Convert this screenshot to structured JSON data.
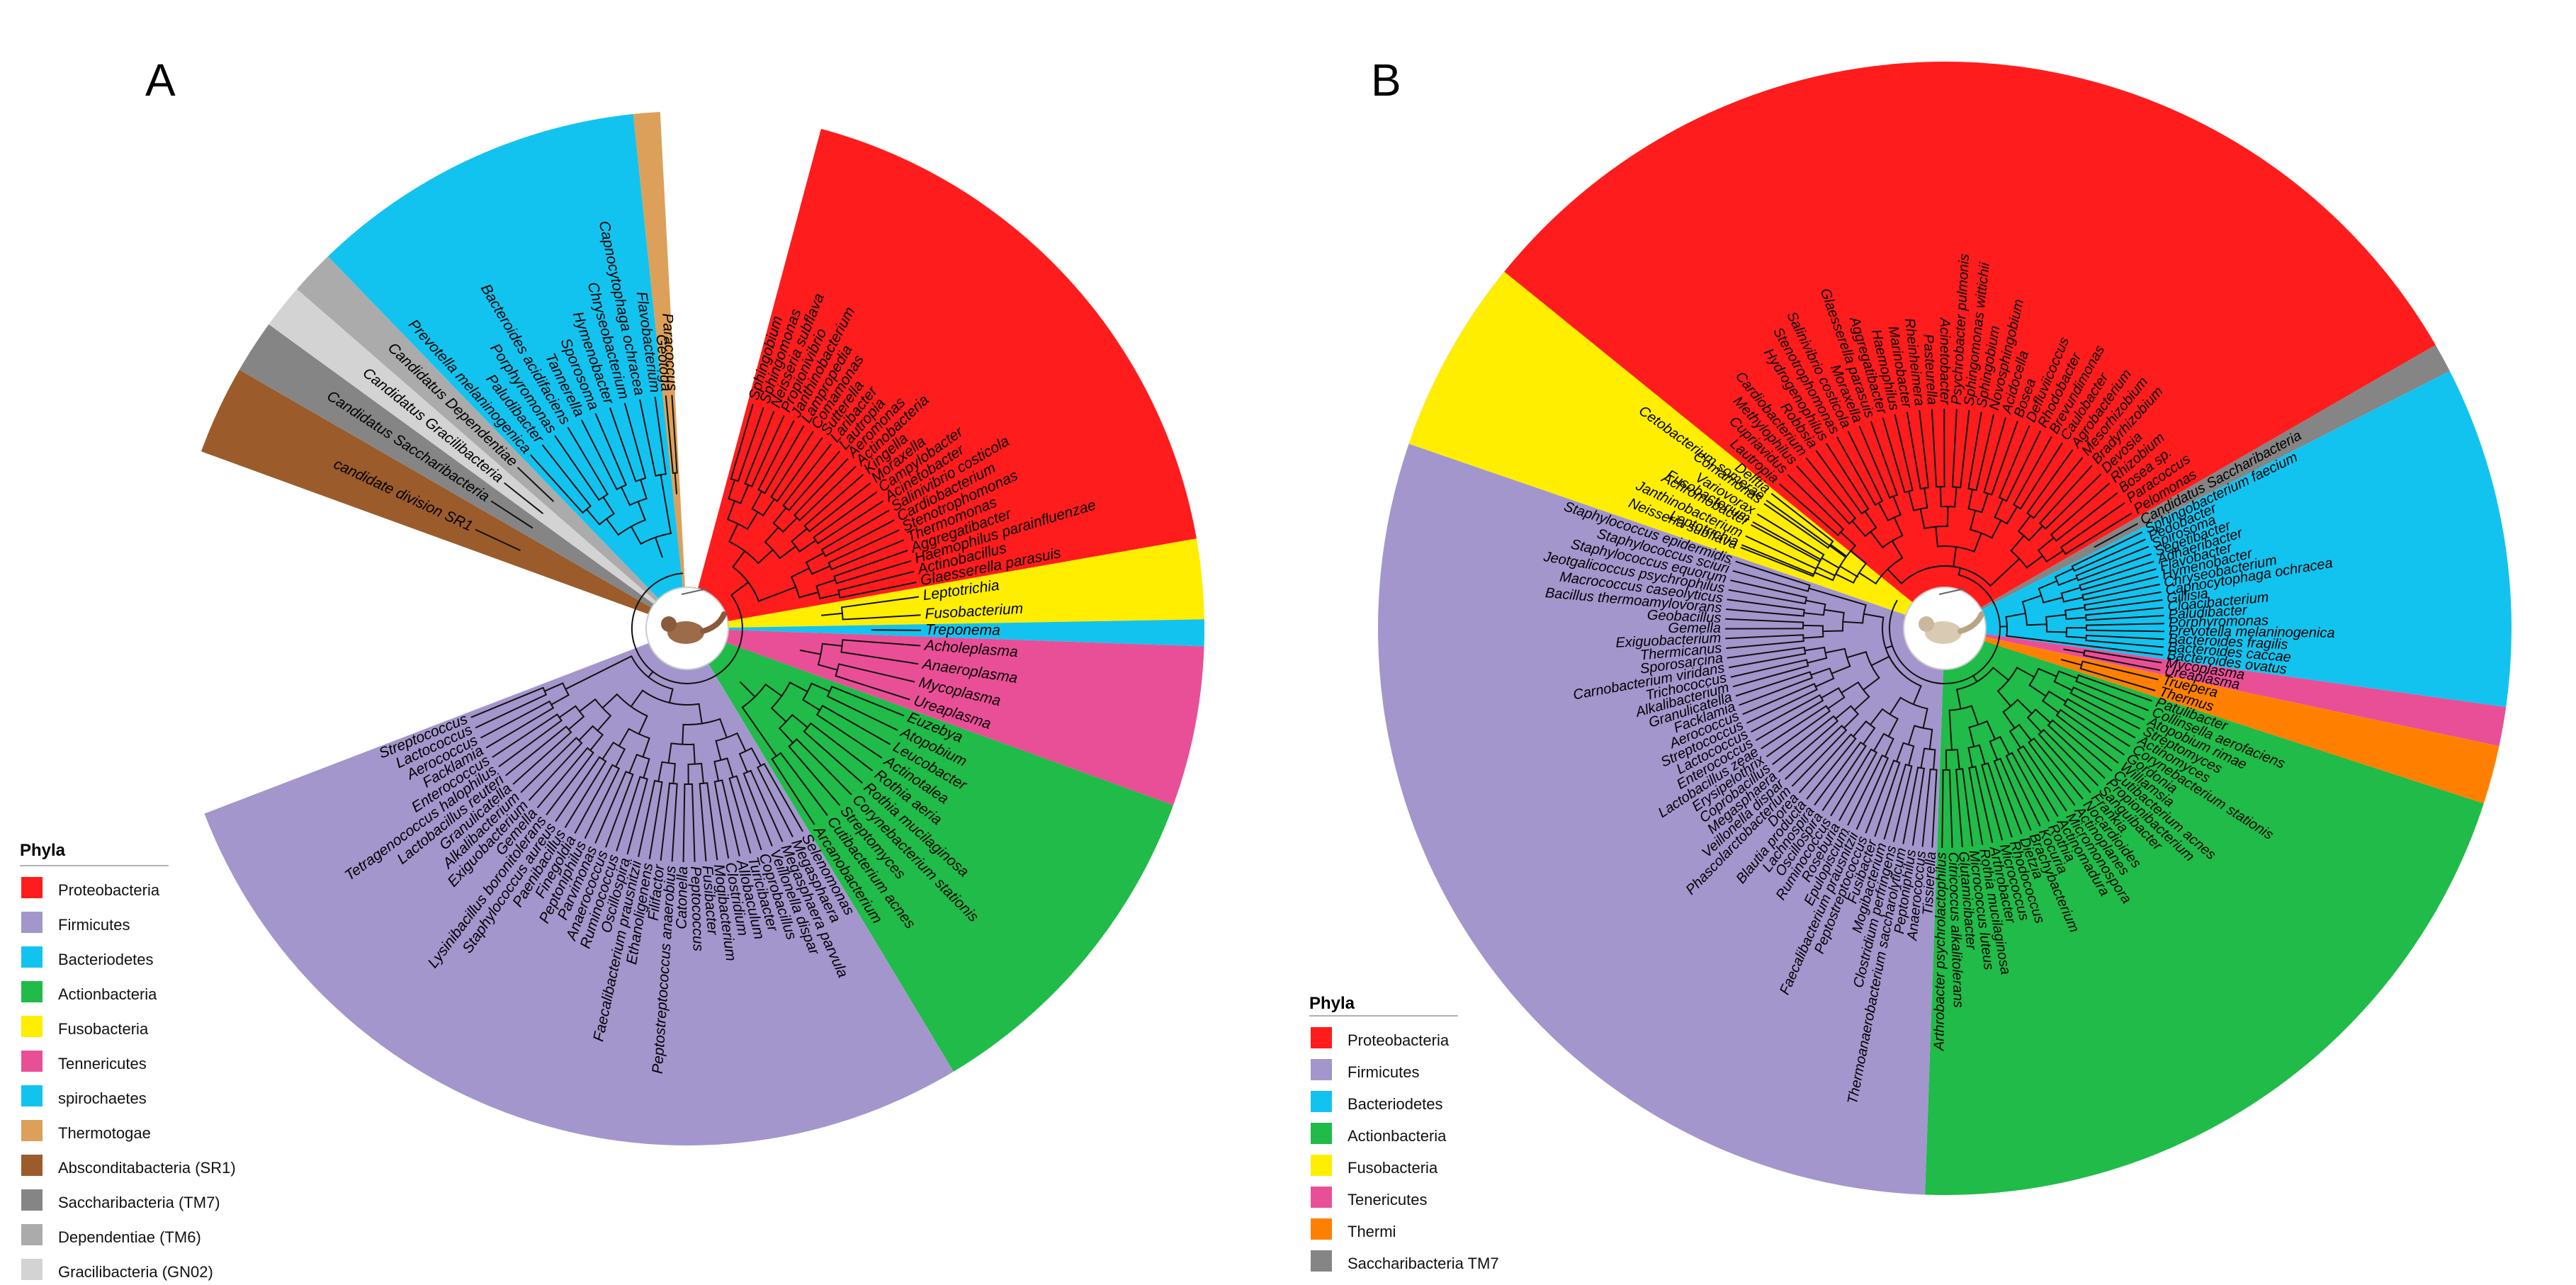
{
  "panels": [
    {
      "letter": "A",
      "legend": {
        "title": "Phyla",
        "items": [
          {
            "label": "Proteobacteria",
            "color": "#ff1c1c"
          },
          {
            "label": "Firmicutes",
            "color": "#a396cc"
          },
          {
            "label": "Bacteriodetes",
            "color": "#13c3ef"
          },
          {
            "label": "Actionbacteria",
            "color": "#20bb48"
          },
          {
            "label": "Fusobacteria",
            "color": "#ffee00"
          },
          {
            "label": "Tennericutes",
            "color": "#e94f97"
          },
          {
            "label": "spirochaetes",
            "color": "#13c3ef"
          },
          {
            "label": "Thermotogae",
            "color": "#dca05a"
          },
          {
            "label": "Absconditabacteria (SR1)",
            "color": "#9b5b2b"
          },
          {
            "label": "Saccharibacteria (TM7)",
            "color": "#858585"
          },
          {
            "label": "Dependentiae (TM6)",
            "color": "#ababab"
          },
          {
            "label": "Gracilibacteria (GN02)",
            "color": "#d3d3d3"
          }
        ]
      },
      "clades": [
        {
          "phylum": "Proteobacteria",
          "color": "#ff1c1c",
          "taxa": [
            "Sphingobium",
            "Sphingomonas",
            "Neisseria subflava",
            "Propionivibrio",
            "Janthinobacterium",
            "Lampropedia",
            "Comamonas",
            "Sutterella",
            "Laribacter",
            "Lautropia",
            "Aeromonas",
            "Actinobacteria",
            "Kingella",
            "Moraxella",
            "Campylobacter",
            "Acinetobacter",
            "Salinivibrio costicola",
            "Cardiobacterium",
            "Stenotrophomonas",
            "Thermomonas",
            "Aggregatibacter",
            "Haemophilus parainfluenzae",
            "Actinobacillus",
            "Glaesserella parasuis"
          ]
        },
        {
          "phylum": "Fusobacteria",
          "color": "#ffee00",
          "taxa": [
            "Leptotrichia",
            "Fusobacterium"
          ]
        },
        {
          "phylum": "spirochaetes",
          "color": "#13c3ef",
          "taxa": [
            "Treponema"
          ]
        },
        {
          "phylum": "Tennericutes",
          "color": "#e94f97",
          "taxa": [
            "Acholeplasma",
            "Anaeroplasma",
            "Mycoplasma",
            "Ureaplasma"
          ]
        },
        {
          "phylum": "Actionbacteria",
          "color": "#20bb48",
          "taxa": [
            "Euzebya",
            "Atopobium",
            "Leucobacter",
            "Actinotalea",
            "Rothia aeria",
            "Rothia mucilaginosa",
            "Corynebacterium stationis",
            "Streptomyces",
            "Cutibacterium acnes",
            "Arcanobacterium"
          ]
        },
        {
          "phylum": "Firmicutes",
          "color": "#a396cc",
          "taxa": [
            "Selenomonas",
            "Megasphaera",
            "Megasphaera parvula",
            "Veillonella dispar",
            "Coprobacillus",
            "Turicibacter",
            "Allobaculum",
            "Clostridium",
            "Mogibacterium",
            "Fusibacter",
            "Peptococcus",
            "Catonella",
            "Peptostreptococcus anaerobius",
            "Filifactor",
            "Ethanoligenens",
            "Faecalibacterium prausnitzii",
            "Oscillospira",
            "Ruminococcus",
            "Anaerococcus",
            "Parvimonas",
            "Peptoniphilus",
            "Finegoldia",
            "Paenibacillus",
            "Staphylococcus aureus",
            "Lysinibacillus boronitolerans",
            "Gemella",
            "Exiguobacterium",
            "Alkalibacterium",
            "Granulicatella",
            "Lactobacillus reuteri",
            "Tetragenococcus halophilus",
            "Enterococcus",
            "Facklamia",
            "Aerococcus",
            "Lactococcus",
            "Streptococcus"
          ]
        },
        {
          "phylum": "Absconditabacteria (SR1)",
          "color": "#9b5b2b",
          "taxa": [
            "candidate division SR1"
          ]
        },
        {
          "phylum": "Saccharibacteria (TM7)",
          "color": "#858585",
          "taxa": [
            "Candidatus Saccharibacteria"
          ]
        },
        {
          "phylum": "Gracilibacteria (GN02)",
          "color": "#d3d3d3",
          "taxa": [
            "Candidatus Gracilibacteria"
          ]
        },
        {
          "phylum": "Dependentiae (TM6)",
          "color": "#ababab",
          "taxa": [
            "Candidatus Dependentiae"
          ]
        },
        {
          "phylum": "Bacteriodetes",
          "color": "#13c3ef",
          "taxa": [
            "Prevotella melaninogenica",
            "Paludibacter",
            "Porphyromonas",
            "Bacteroides acidifaciens",
            "Tannerella",
            "Sporosoma",
            "Hymenobacter",
            "Chryseobacterium",
            "Capnocytophaga ochracea",
            "Flavobacterium"
          ]
        },
        {
          "phylum": "Thermotogae",
          "color": "#dca05a",
          "taxa": [
            "Geotoga",
            "Paracoccus"
          ]
        }
      ]
    },
    {
      "letter": "B",
      "legend": {
        "title": "Phyla",
        "items": [
          {
            "label": "Proteobacteria",
            "color": "#ff1c1c"
          },
          {
            "label": "Firmicutes",
            "color": "#a396cc"
          },
          {
            "label": "Bacteriodetes",
            "color": "#13c3ef"
          },
          {
            "label": "Actionbacteria",
            "color": "#20bb48"
          },
          {
            "label": "Fusobacteria",
            "color": "#ffee00"
          },
          {
            "label": "Tenericutes",
            "color": "#e94f97"
          },
          {
            "label": "Thermi",
            "color": "#ff8000"
          },
          {
            "label": "Saccharibacteria TM7",
            "color": "#858585"
          }
        ]
      },
      "clades": [
        {
          "phylum": "Proteobacteria",
          "color": "#ff1c1c",
          "taxa": [
            "Neisseria subflava",
            "Janthinobacterium",
            "Achromobacter",
            "Variovorax",
            "Comamonas",
            "Delftia",
            "Lautropia",
            "Cupriavidus",
            "Methylophilus",
            "Cardiobacterium",
            "Robbsia",
            "Hydrogenophilus",
            "Stenotrophomonas",
            "Salinivibrio costicola",
            "Moraxella",
            "Glaesserella parasuis",
            "Aggregatibacter",
            "Haemophilus",
            "Marinobacter",
            "Rheinheimera",
            "Pasteurella",
            "Acinetobacter",
            "Psychrobacter pulmonis",
            "Sphingomonas wittichii",
            "Sphingobium",
            "Novosphingobium",
            "Acidocella",
            "Bosea",
            "Defluviicoccus",
            "Rhodobacter",
            "Brevundimonas",
            "Caulobacter",
            "Agrobacterium",
            "Mesorhizobium",
            "Bradyrhizobium",
            "Devosia",
            "Rhizobium",
            "Bosea sp.",
            "Paracoccus",
            "Pelomonas"
          ]
        },
        {
          "phylum": "Saccharibacteria TM7",
          "color": "#858585",
          "taxa": [
            "Candidatus Saccharibacteria"
          ]
        },
        {
          "phylum": "Bacteriodetes",
          "color": "#13c3ef",
          "taxa": [
            "Sphingobacterium faecium",
            "Pedobacter",
            "Spirosoma",
            "Segetibacter",
            "Adhaeribacter",
            "Flavobacter",
            "Hymenobacter",
            "Chryseobacterium",
            "Capnocytophaga ochracea",
            "Gillisia",
            "Cloacibacterium",
            "Paludibacter",
            "Porphyromonas",
            "Prevotella melaninogenica",
            "Bacteroides fragilis",
            "Bacteroides caccae",
            "Bacteroides ovatus"
          ]
        },
        {
          "phylum": "Tenericutes",
          "color": "#e94f97",
          "taxa": [
            "Mycoplasma",
            "Ureaplasma"
          ]
        },
        {
          "phylum": "Thermi",
          "color": "#ff8000",
          "taxa": [
            "Truepera",
            "Thermus"
          ]
        },
        {
          "phylum": "Actionbacteria",
          "color": "#20bb48",
          "taxa": [
            "Patulibacter",
            "Collinsella aerofaciens",
            "Atopobium rimae",
            "Streptomyces",
            "Actinomyces",
            "Corynebacterium stationis",
            "Gordonia",
            "Williamsia",
            "Cutibacterium acnes",
            "Propionibacterium",
            "Sanguibacter",
            "Frankia",
            "Nocardioides",
            "Actinoplanes",
            "Micromonospora",
            "Actinomadura",
            "Rothia",
            "Kocuria",
            "Brachybacterium",
            "Dietzia",
            "Rhodococcus",
            "Micrococcus",
            "Arthrobacter",
            "Rothia mucilaginosa",
            "Micrococcus luteus",
            "Glutamicibacter",
            "Citricoccus alkalitolerans",
            "Arthrobacter psychrolactophilus"
          ]
        },
        {
          "phylum": "Firmicutes",
          "color": "#a396cc",
          "taxa": [
            "Tissierella",
            "Anaerococcus",
            "Peptoniphilus",
            "Thermoanaerobacterium saccharolyticum",
            "Clostridium perfringens",
            "Mogibacterium",
            "Fusibacter",
            "Peptostreptococcus",
            "Faecalibacterium prausnitzii",
            "Epulopiscium",
            "Roseburia",
            "Ruminococcus",
            "Oscillospira",
            "Lachnospira",
            "Blautia producta",
            "Dorea",
            "Phascolarctobacterium",
            "Veillonella dispar",
            "Megasphaera",
            "Coprobacillus",
            "Erysipelothrix",
            "Lactobacillus zeae",
            "Enterococcus",
            "Lactococcus",
            "Streptococcus",
            "Aerococcus",
            "Facklamia",
            "Granulicatella",
            "Alkalibacterium",
            "Trichococcus",
            "Carnobacterium viridans",
            "Sporosarcina",
            "Thermicanus",
            "Exiguobacterium",
            "Gemella",
            "Geobacillus",
            "Bacillus thermoamylovorans",
            "Macrococcus caseolyticus",
            "Jeotgalicoccus psychrophilus",
            "Staphylococcus equorum",
            "Staphylococcus sciuri",
            "Staphylococcus epidermidis"
          ]
        },
        {
          "phylum": "Fusobacteria",
          "color": "#ffee00",
          "taxa": [
            "Leptotrichia",
            "Fusobacterium",
            "Cetobacterium somerae"
          ]
        }
      ]
    }
  ]
}
